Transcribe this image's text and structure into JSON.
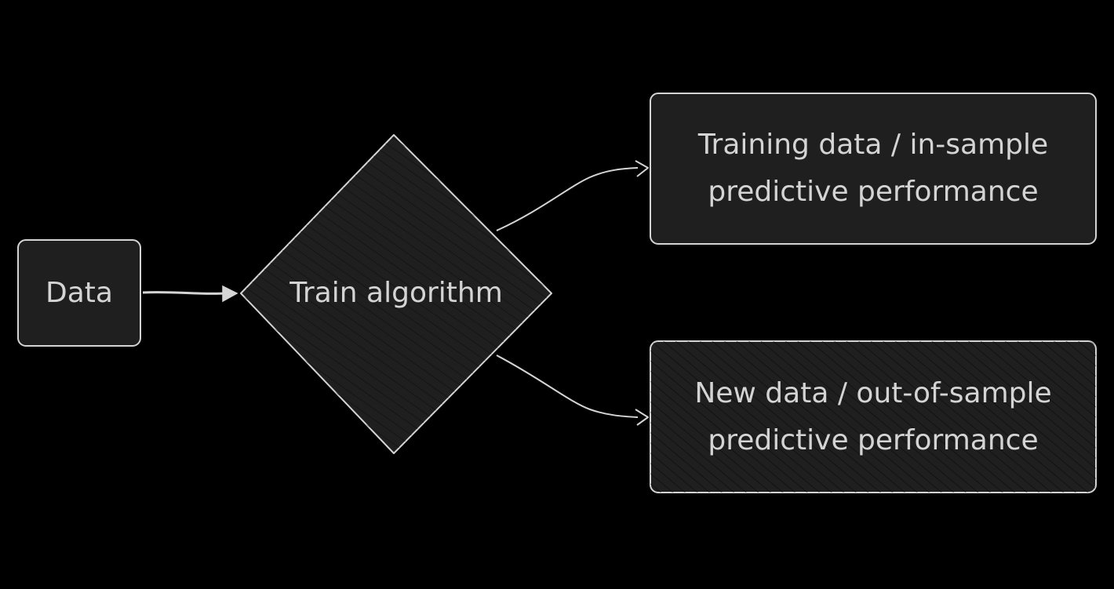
{
  "theme": {
    "background": "#000000",
    "node_fill": "#1f1f1f",
    "stroke": "#d4d4d4",
    "text": "#d4d4d4"
  },
  "nodes": {
    "data": {
      "label": "Data",
      "shape": "rounded-rectangle"
    },
    "train": {
      "label": "Train algorithm",
      "shape": "diamond"
    },
    "in_sample": {
      "shape": "rounded-rectangle",
      "lines": [
        "Training data / in-sample",
        "predictive performance"
      ]
    },
    "out_of_sample": {
      "shape": "rounded-rectangle-hatched",
      "lines": [
        "New data / out-of-sample",
        "predictive performance"
      ]
    }
  },
  "edges": [
    {
      "from": "data",
      "to": "train"
    },
    {
      "from": "train",
      "to": "in_sample"
    },
    {
      "from": "train",
      "to": "out_of_sample"
    }
  ]
}
